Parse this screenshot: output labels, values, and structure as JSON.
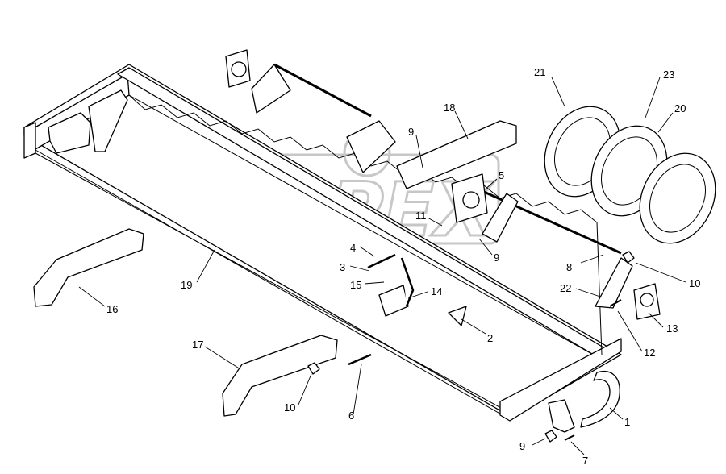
{
  "watermark": {
    "text": "OPEX"
  },
  "callouts": [
    {
      "id": "c21",
      "label": "21"
    },
    {
      "id": "c23",
      "label": "23"
    },
    {
      "id": "c20",
      "label": "20"
    },
    {
      "id": "c18",
      "label": "18"
    },
    {
      "id": "c9a",
      "label": "9"
    },
    {
      "id": "c5",
      "label": "5"
    },
    {
      "id": "c11",
      "label": "11"
    },
    {
      "id": "c9b",
      "label": "9"
    },
    {
      "id": "c4",
      "label": "4"
    },
    {
      "id": "c3",
      "label": "3"
    },
    {
      "id": "c15",
      "label": "15"
    },
    {
      "id": "c14",
      "label": "14"
    },
    {
      "id": "c2",
      "label": "2"
    },
    {
      "id": "c19",
      "label": "19"
    },
    {
      "id": "c16",
      "label": "16"
    },
    {
      "id": "c8",
      "label": "8"
    },
    {
      "id": "c10a",
      "label": "10"
    },
    {
      "id": "c22",
      "label": "22"
    },
    {
      "id": "c13",
      "label": "13"
    },
    {
      "id": "c12",
      "label": "12"
    },
    {
      "id": "c17",
      "label": "17"
    },
    {
      "id": "c10b",
      "label": "10"
    },
    {
      "id": "c6",
      "label": "6"
    },
    {
      "id": "c1",
      "label": "1"
    },
    {
      "id": "c9c",
      "label": "9"
    },
    {
      "id": "c7",
      "label": "7"
    }
  ]
}
